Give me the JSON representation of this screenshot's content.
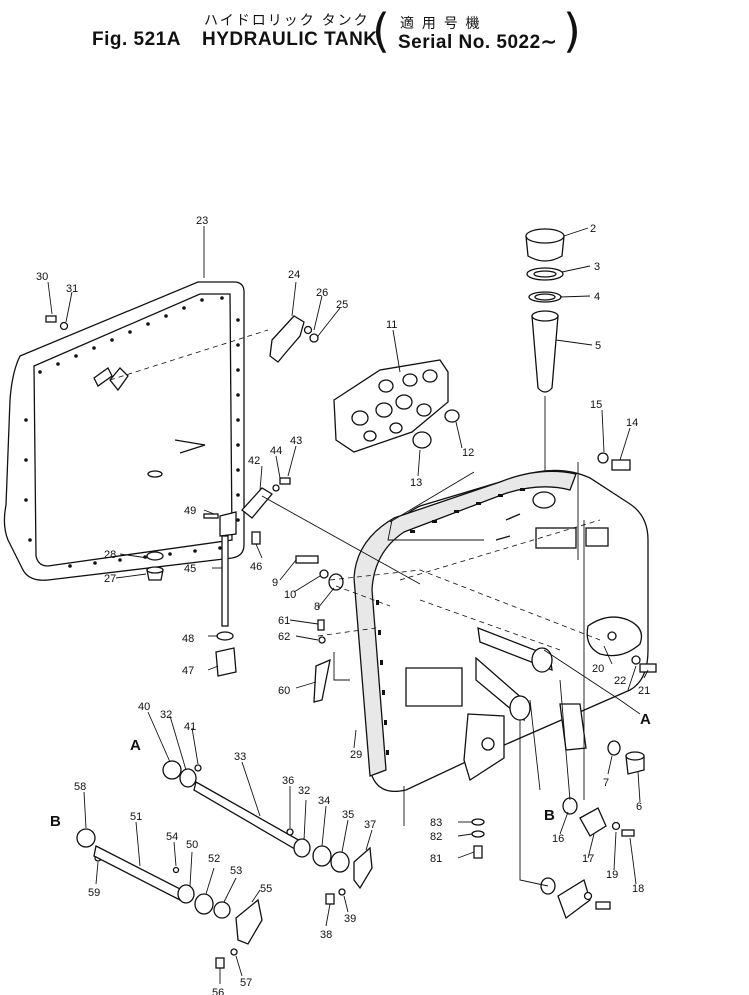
{
  "header": {
    "fig_label": "Fig. 521A",
    "title_jp": "ハイドロリック タンク",
    "title_en": "HYDRAULIC TANK",
    "applic_jp": "適 用 号 機",
    "serial": "Serial No. 5022∼"
  },
  "callouts": [
    "2",
    "3",
    "4",
    "5",
    "6",
    "7",
    "8",
    "9",
    "10",
    "11",
    "12",
    "13",
    "14",
    "15",
    "16",
    "17",
    "18",
    "19",
    "20",
    "21",
    "22",
    "23",
    "24",
    "25",
    "26",
    "27",
    "28",
    "29",
    "30",
    "31",
    "32",
    "32",
    "33",
    "34",
    "35",
    "36",
    "37",
    "38",
    "39",
    "40",
    "41",
    "42",
    "43",
    "44",
    "45",
    "46",
    "47",
    "48",
    "49",
    "50",
    "51",
    "52",
    "53",
    "54",
    "55",
    "56",
    "57",
    "58",
    "59",
    "60",
    "61",
    "62",
    "81",
    "82",
    "83"
  ],
  "section_marks": [
    "A",
    "A",
    "B",
    "B"
  ]
}
